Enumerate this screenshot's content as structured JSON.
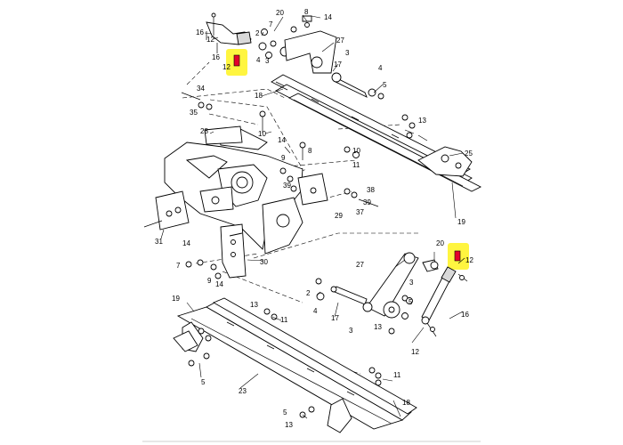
{
  "labels": {
    "l1": "20",
    "l2": "8",
    "l3": "14",
    "l4": "16",
    "l5": "12",
    "l6": "2",
    "l7": "7",
    "l8": "16",
    "l9": "12",
    "l10": "4",
    "l11": "3",
    "l12": "27",
    "l13": "17",
    "l14": "3",
    "l15": "4",
    "l16": "5",
    "l17": "34",
    "l18": "35",
    "l19": "18",
    "l20": "10",
    "l21": "13",
    "l22": "28",
    "l23": "14",
    "l24": "9",
    "l25": "8",
    "l26": "39",
    "l27": "10",
    "l28": "11",
    "l29": "25",
    "l30": "38",
    "l31": "39",
    "l32": "37",
    "l33": "29",
    "l34": "19",
    "l35": "31",
    "l36": "14",
    "l37": "7",
    "l38": "9",
    "l39": "14",
    "l40": "30",
    "l41": "20",
    "l42": "12",
    "l43": "27",
    "l44": "2",
    "l45": "4",
    "l46": "17",
    "l47": "3",
    "l48": "3",
    "l49": "16",
    "l50": "5",
    "l51": "19",
    "l52": "13",
    "l53": "11",
    "l54": "12",
    "l55": "13",
    "l56": "11",
    "l57": "5",
    "l58": "23",
    "l59": "18",
    "l60": "5",
    "l61": "13"
  },
  "colors": {
    "highlight": "#fff200",
    "marker": "#e4002b",
    "ink": "#000000"
  }
}
